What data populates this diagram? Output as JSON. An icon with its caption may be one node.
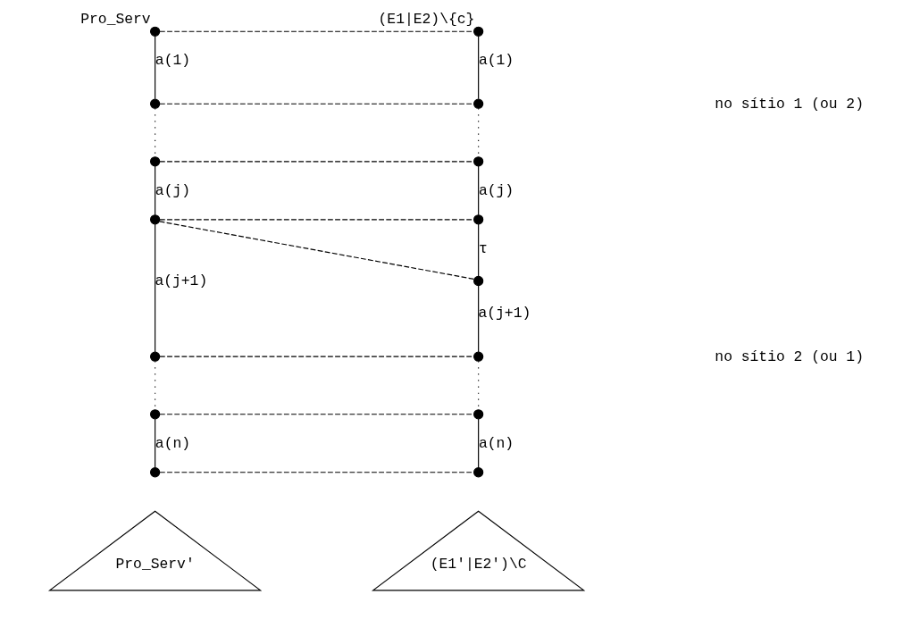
{
  "diagram": {
    "nodes": [
      {
        "text": [],
        "shape": "circle",
        "beside": [
          "Pro_Serv"
        ]
      },
      {
        "text": [],
        "shape": "circle"
      },
      {
        "text": [],
        "shape": "circle"
      },
      {
        "text": [],
        "shape": "circle"
      },
      {
        "text": [],
        "shape": "circle"
      },
      {
        "text": [],
        "shape": "circle"
      },
      {
        "text": [],
        "shape": "circle"
      },
      {
        "text": [],
        "shape": "circle",
        "beside": [
          "(E1|E2)\\{c}"
        ]
      },
      {
        "text": [],
        "shape": "circle"
      },
      {
        "text": [],
        "shape": "circle"
      },
      {
        "text": [],
        "shape": "circle"
      },
      {
        "text": [],
        "shape": "circle"
      },
      {
        "text": [],
        "shape": "circle"
      },
      {
        "text": [],
        "shape": "circle"
      },
      {
        "text": [],
        "shape": "circle"
      },
      {
        "text": [
          "Pro_Serv'"
        ]
      },
      {
        "text": [
          "(E1'|E2')\\C"
        ]
      }
    ],
    "edges": [
      {
        "from": 0,
        "to": 1,
        "arrow": "none",
        "label": "a(1)"
      },
      {
        "from": 1,
        "to": 2,
        "arrow": "none",
        "style": "dashed"
      },
      {
        "from": 2,
        "to": 3,
        "arrow": "none",
        "label": "a(j)"
      },
      {
        "from": 3,
        "to": 4,
        "arrow": "none",
        "label": "a(j+1)"
      },
      {
        "from": 4,
        "to": 5,
        "arrow": "none",
        "style": "dashed"
      },
      {
        "from": 5,
        "to": 6,
        "arrow": "none",
        "label": "a(n)"
      },
      {
        "from": 7,
        "to": 8,
        "arrow": "none",
        "label": "a(1)"
      },
      {
        "from": 8,
        "to": 9,
        "arrow": "none",
        "style": "dashed"
      },
      {
        "from": 9,
        "to": 10,
        "arrow": "none",
        "label": "a(j)"
      },
      {
        "from": 10,
        "to": 11,
        "arrow": "none",
        "label": "τ"
      },
      {
        "from": 11,
        "to": 12,
        "arrow": "none",
        "label": "a(j+1)"
      },
      {
        "from": 12,
        "to": 13,
        "arrow": "none",
        "style": "dashed"
      },
      {
        "from": 13,
        "to": 14,
        "arrow": "none",
        "label": "a(n)"
      },
      {
        "from": 0,
        "to": 7,
        "arrow": "none",
        "style": "dashed"
      },
      {
        "from": 1,
        "to": 8,
        "arrow": "none",
        "style": "dashed"
      },
      {
        "from": 2,
        "to": 9,
        "arrow": "none",
        "style": "dashed"
      },
      {
        "from": 3,
        "to": 10,
        "arrow": "none",
        "style": "dashed"
      },
      {
        "from": 3,
        "to": 11,
        "arrow": "none",
        "style": "dashed"
      },
      {
        "from": 4,
        "to": 12,
        "arrow": "none",
        "style": "dashed"
      },
      {
        "from": 5,
        "to": 13,
        "arrow": "none",
        "style": "dashed"
      },
      {
        "from": 6,
        "to": 14,
        "arrow": "none",
        "style": "dashed"
      }
    ],
    "labels": [
      "no sítio 1 (ou 2)",
      "no sítio 2 (ou 1)"
    ]
  }
}
